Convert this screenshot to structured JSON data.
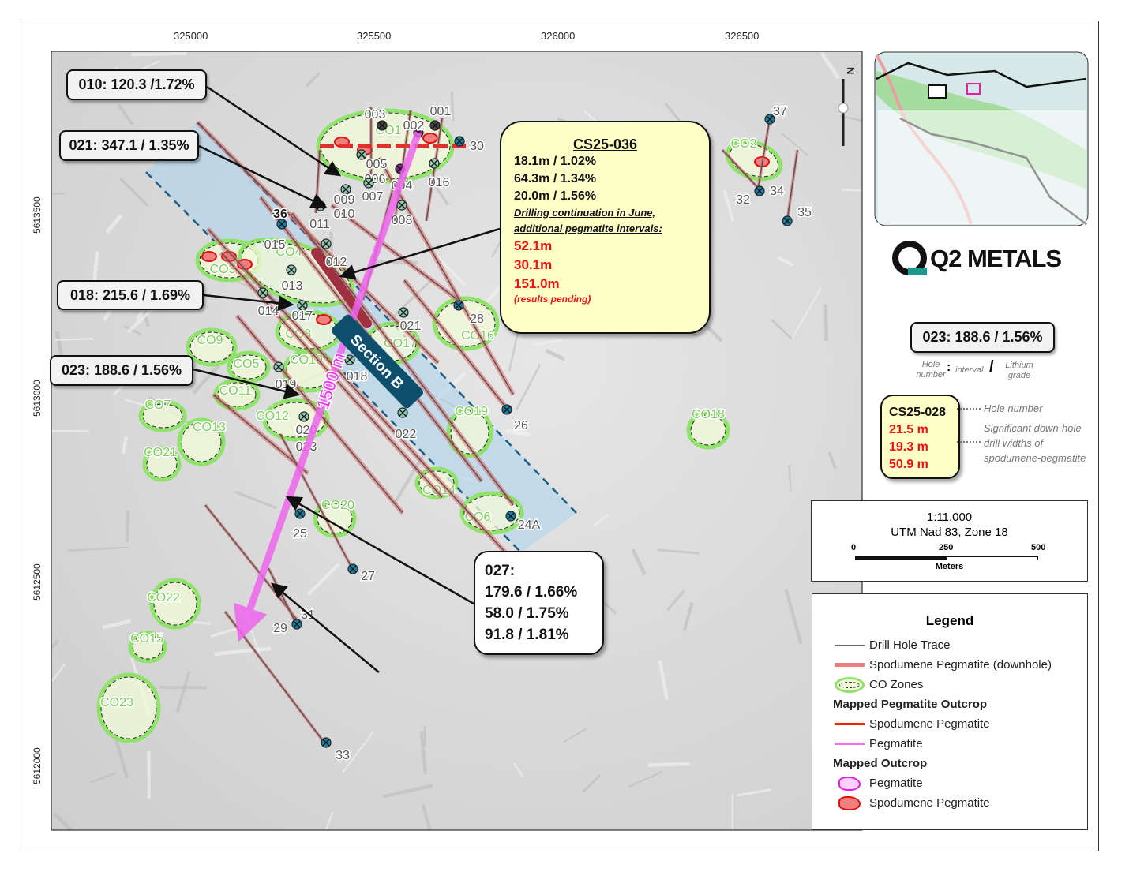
{
  "axes": {
    "x_ticks": [
      "325000",
      "325500",
      "326000",
      "326500"
    ],
    "y_ticks": [
      "5613500",
      "5613000",
      "5612500",
      "5612000"
    ]
  },
  "colors": {
    "co_zone": "#8fe36a",
    "drill_trace": "#555555",
    "pegmatite_downhole": "#e06060",
    "section_band": "#a9d3ef",
    "section_label_bg": "#0f4f6e",
    "hole_marker": "#1a7fa3",
    "pegmatite_path": "#f070f0",
    "callout_yellow": "#ffffc8",
    "red_text": "#f01010"
  },
  "map": {
    "section_label": "Section B",
    "distance_label": "1500 m",
    "north_label": "N",
    "co_zones": [
      "CO1",
      "CO2",
      "CO3",
      "CO4",
      "CO5",
      "CO8",
      "CO9",
      "CO10",
      "CO11",
      "CO12",
      "CO13",
      "CO7",
      "CO21",
      "CO14",
      "CO15",
      "CO16",
      "CO17",
      "CO18",
      "CO19",
      "CO20",
      "CO22",
      "CO23",
      "CO6"
    ],
    "holes": [
      "003",
      "001",
      "002",
      "005",
      "006",
      "004",
      "016",
      "007",
      "009",
      "010",
      "011",
      "008",
      "36",
      "30",
      "015",
      "012",
      "013",
      "014",
      "017",
      "021",
      "28",
      "018",
      "019",
      "020",
      "023",
      "022",
      "26",
      "25",
      "27",
      "24A",
      "29",
      "31",
      "33",
      "37",
      "32",
      "34",
      "35"
    ]
  },
  "callouts": {
    "h010": "010: 120.3 /1.72%",
    "h021": "021: 347.1 / 1.35%",
    "h018": "018: 215.6 / 1.69%",
    "h023": "023: 188.6 / 1.56%",
    "cs25_036": {
      "title": "CS25-036",
      "lines": [
        "18.1m / 1.02%",
        "64.3m / 1.34%",
        "20.0m / 1.56%"
      ],
      "note1": "Drilling continuation in June,",
      "note2": "additional pegmatite intervals:",
      "red": [
        "52.1m",
        "30.1m",
        "151.0m"
      ],
      "pending": "(results pending)"
    },
    "h027": {
      "title": "027:",
      "lines": [
        "179.6 / 1.66%",
        "58.0 / 1.75%",
        "91.8 / 1.81%"
      ]
    }
  },
  "logo": "Q2 METALS",
  "key": {
    "example": "023: 188.6 / 1.56%",
    "hole_number": "Hole number",
    "interval": "interval",
    "lithium_grade": "Lithium grade",
    "cs_example": {
      "title": "CS25-028",
      "red": [
        "21.5 m",
        "19.3 m",
        "50.9 m"
      ]
    },
    "hole_number_note": "Hole number",
    "widths_note": "Significant down-hole drill widths of spodumene-pegmatite"
  },
  "scale": {
    "ratio": "1:11,000",
    "projection": "UTM Nad 83, Zone 18",
    "ticks": [
      "0",
      "250",
      "500"
    ],
    "unit": "Meters"
  },
  "legend": {
    "title": "Legend",
    "items": [
      "Drill Hole Trace",
      "Spodumene Pegmatite (downhole)",
      "CO Zones"
    ],
    "group1": "Mapped Pegmatite Outcrop",
    "group1_items": [
      "Spodumene Pegmatite",
      "Pegmatite"
    ],
    "group2": "Mapped Outcrop",
    "group2_items": [
      "Pegmatite",
      "Spodumene Pegmatite"
    ]
  }
}
